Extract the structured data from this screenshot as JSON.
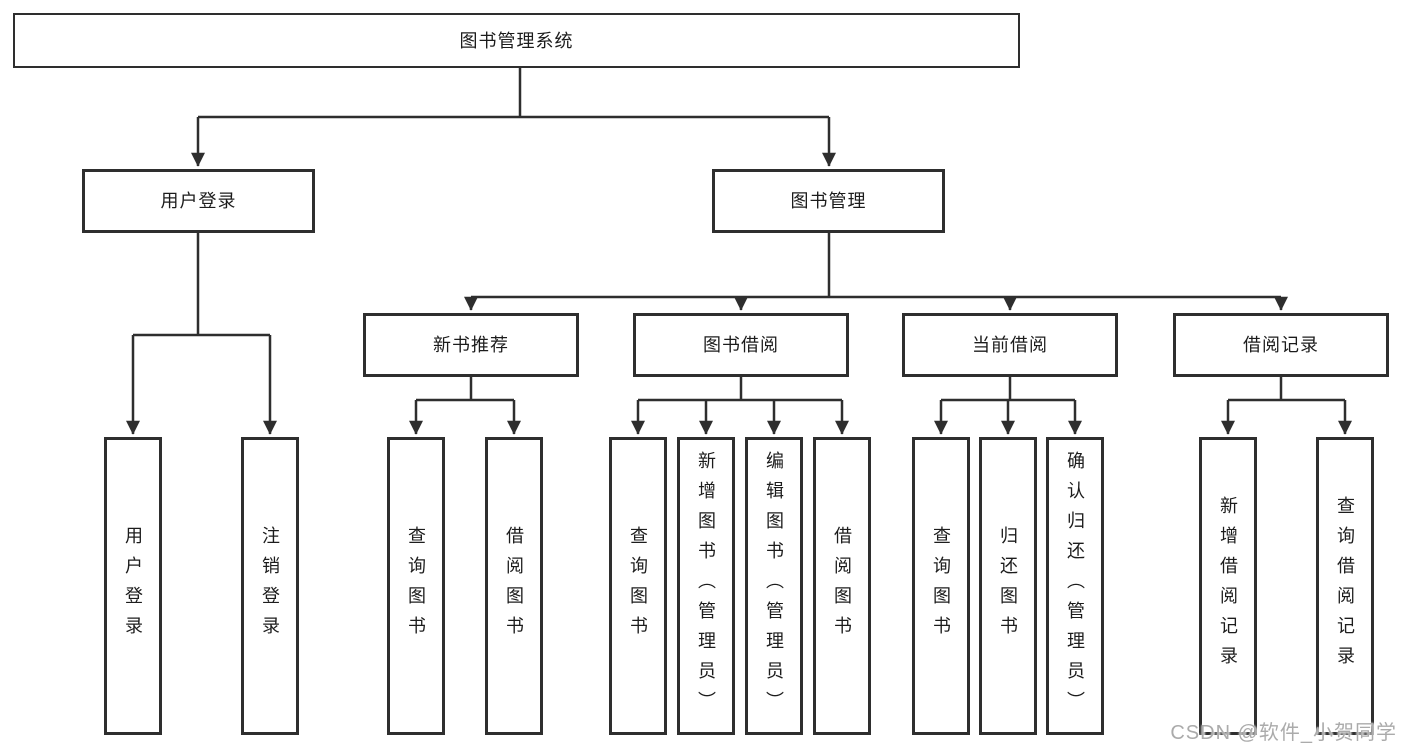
{
  "diagram": {
    "type": "hierarchy-tree",
    "colors": {
      "line": "#2e2e2e",
      "box_border": "#2e2e2e",
      "text": "#1c1c1c",
      "watermark": "#ababab",
      "background": "#ffffff"
    }
  },
  "tree": {
    "root": {
      "label": "图书管理系统"
    },
    "branches": [
      {
        "label": "用户登录",
        "children": [
          {
            "label": "用户登录"
          },
          {
            "label": "注销登录"
          }
        ]
      },
      {
        "label": "图书管理",
        "children": [
          {
            "label": "新书推荐",
            "children": [
              {
                "label": "查询图书"
              },
              {
                "label": "借阅图书"
              }
            ]
          },
          {
            "label": "图书借阅",
            "children": [
              {
                "label": "查询图书"
              },
              {
                "label": "新增图书（管理员）"
              },
              {
                "label": "编辑图书（管理员）"
              },
              {
                "label": "借阅图书"
              }
            ]
          },
          {
            "label": "当前借阅",
            "children": [
              {
                "label": "查询图书"
              },
              {
                "label": "归还图书"
              },
              {
                "label": "确认归还（管理员）"
              }
            ]
          },
          {
            "label": "借阅记录",
            "children": [
              {
                "label": "新增借阅记录"
              },
              {
                "label": "查询借阅记录"
              }
            ]
          }
        ]
      }
    ]
  },
  "watermark": {
    "text": "CSDN @软件_小贺同学"
  }
}
